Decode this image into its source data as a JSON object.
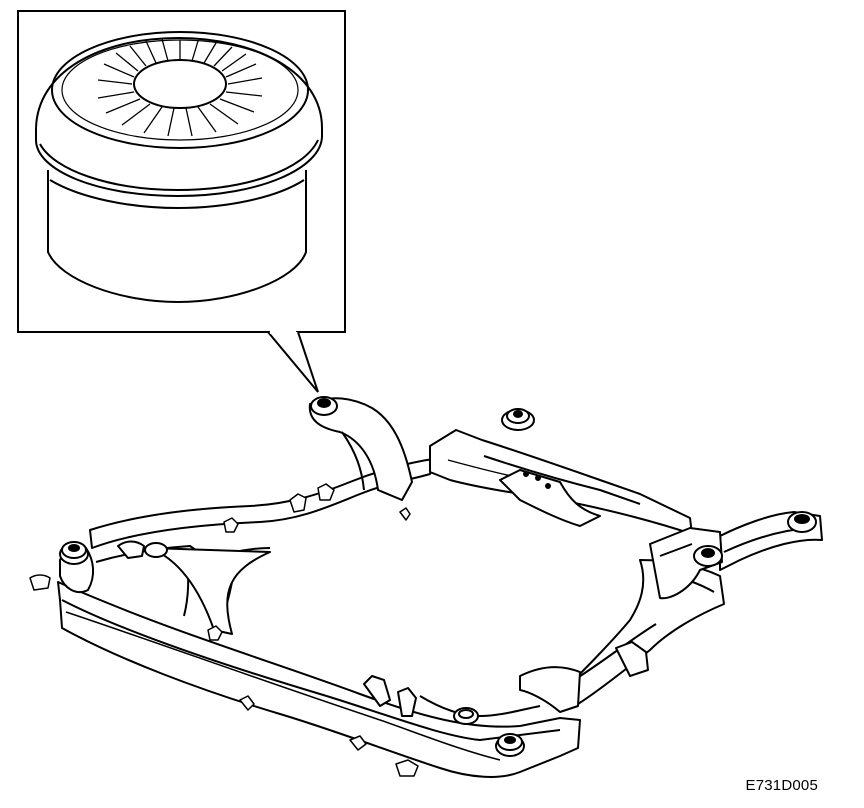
{
  "figure": {
    "code": "E731D005"
  },
  "colors": {
    "line": "#000000",
    "background": "#ffffff"
  },
  "parts": [
    {
      "name": "inset-frame",
      "kind": "detail-box"
    },
    {
      "name": "bushing-detail",
      "kind": "bushing"
    },
    {
      "name": "front-subframe",
      "kind": "subframe"
    }
  ]
}
